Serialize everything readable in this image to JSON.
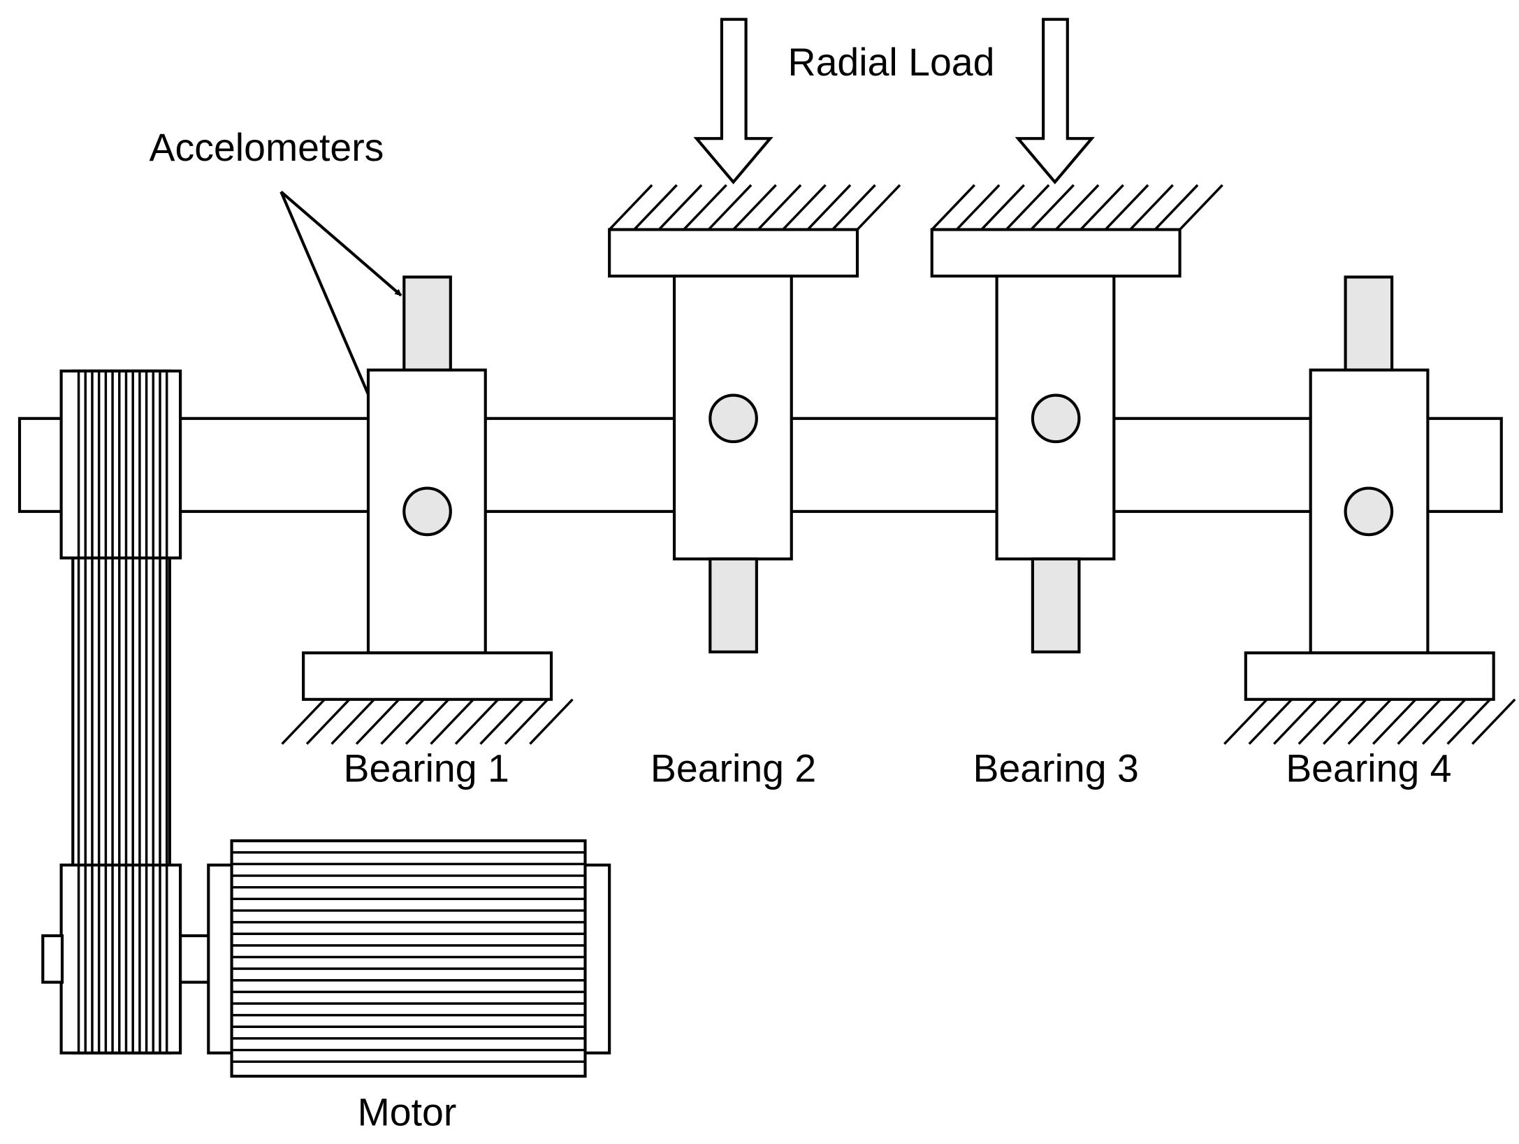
{
  "labels": {
    "radial_load": "Radial Load",
    "accelerometers": "Accelometers",
    "bearing_1": "Bearing 1",
    "bearing_2": "Bearing 2",
    "bearing_3": "Bearing 3",
    "bearing_4": "Bearing 4",
    "motor": "Motor"
  },
  "colors": {
    "line": "#000000",
    "sensor_fill": "#e6e6e6",
    "background": "#ffffff"
  }
}
